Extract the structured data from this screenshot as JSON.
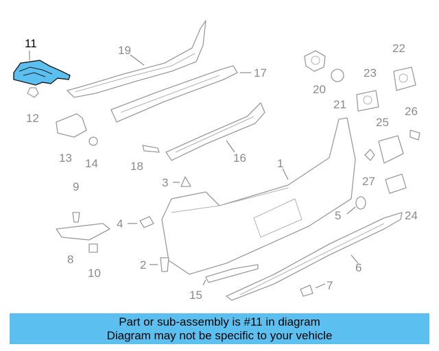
{
  "banner": {
    "line1": "Part or sub-assembly is #11 in diagram",
    "line2": "Diagram may not be specific to your vehicle"
  },
  "highlight_color": "#5bc0f0",
  "callouts": {
    "c1": "1",
    "c2": "2",
    "c3": "3",
    "c4": "4",
    "c5": "5",
    "c6": "6",
    "c7": "7",
    "c8": "8",
    "c9": "9",
    "c10": "10",
    "c11": "11",
    "c12": "12",
    "c13": "13",
    "c14": "14",
    "c15": "15",
    "c16": "16",
    "c17": "17",
    "c18": "18",
    "c19": "19",
    "c20": "20",
    "c21": "21",
    "c22": "22",
    "c23": "23",
    "c24": "24",
    "c25": "25",
    "c26": "26",
    "c27": "27"
  }
}
